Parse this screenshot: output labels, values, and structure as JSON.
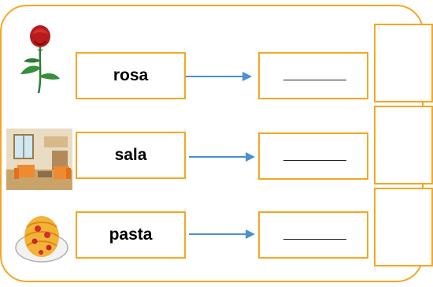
{
  "rows": [
    {
      "word": "rosa",
      "answer": "",
      "picture": "rose-flower-picture"
    },
    {
      "word": "sala",
      "answer": "",
      "picture": "living-room-picture"
    },
    {
      "word": "pasta",
      "answer": "",
      "picture": "spaghetti-plate-picture"
    }
  ],
  "colors": {
    "border": "#f5a623",
    "arrow": "#4a8fd4"
  }
}
